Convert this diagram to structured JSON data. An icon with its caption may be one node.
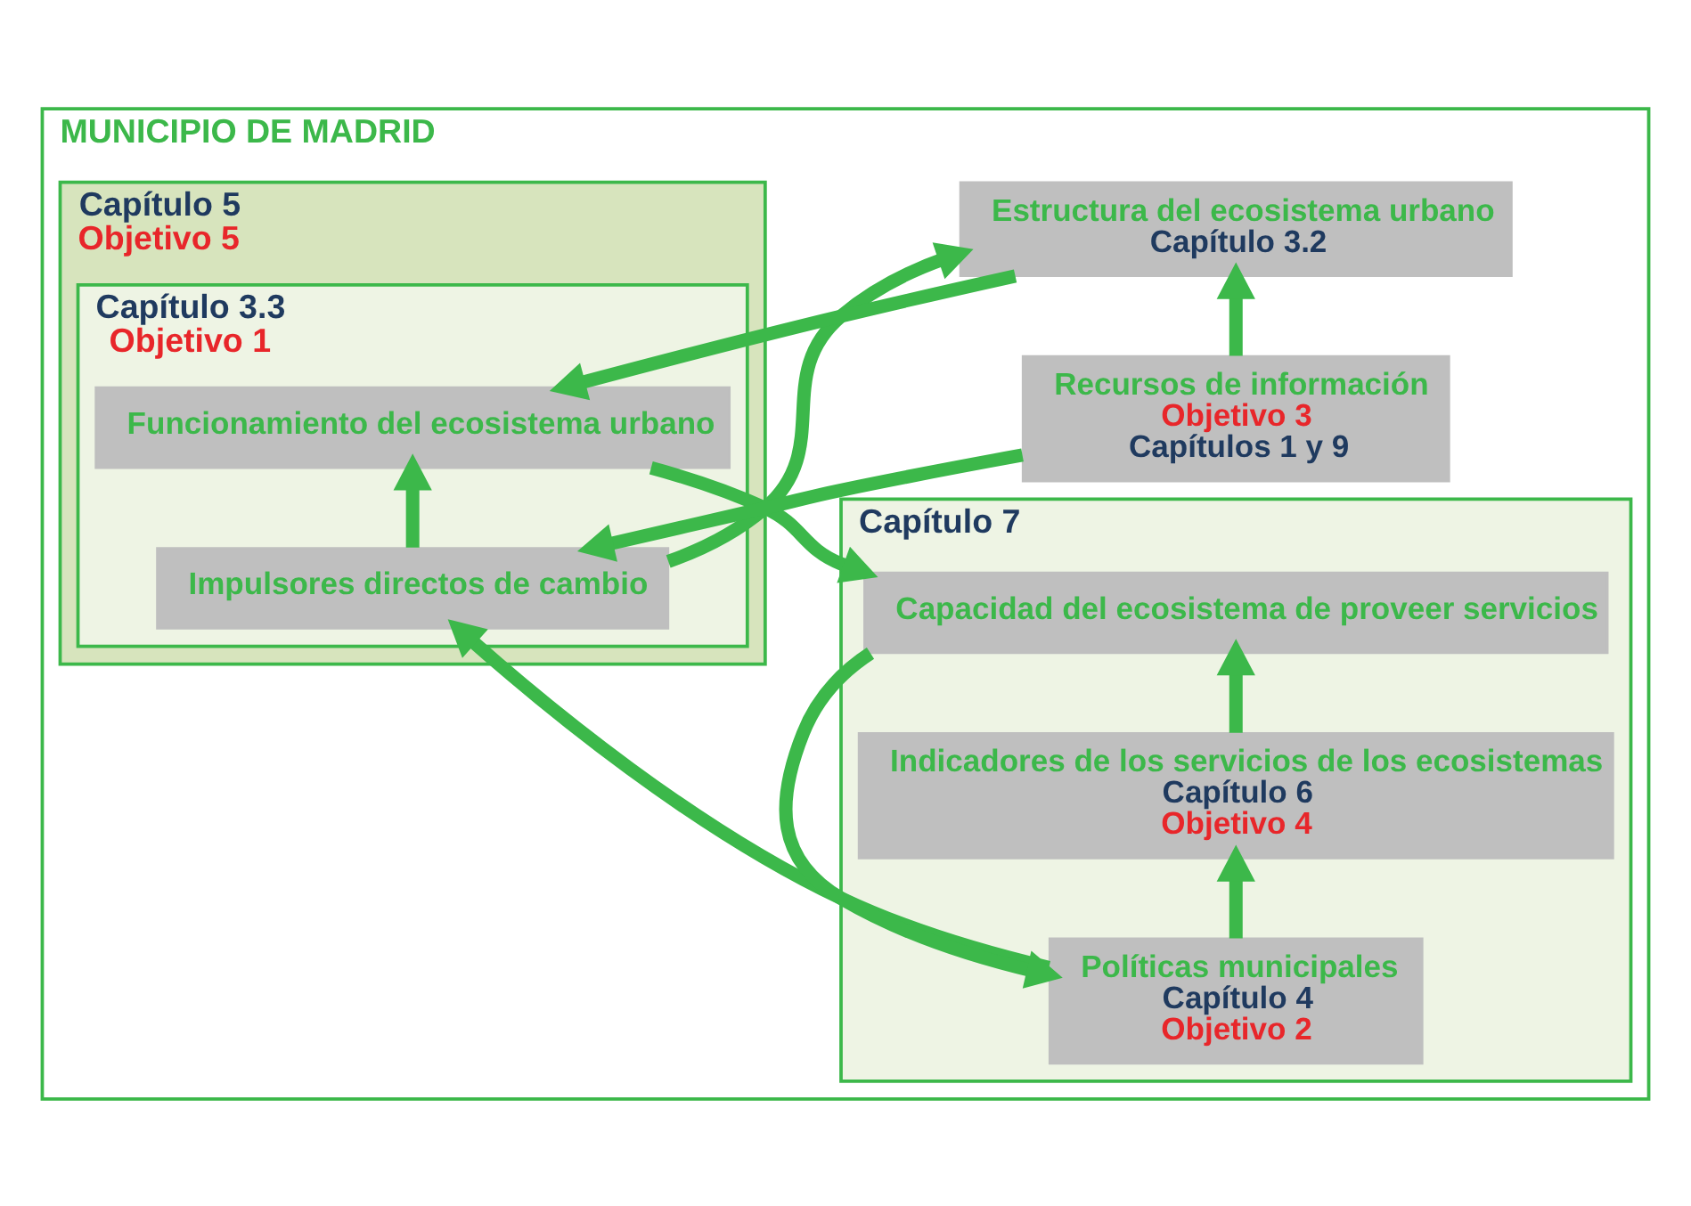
{
  "diagram": {
    "nodes": [
      {
        "text": [
          "MUNICIPIO DE MADRID"
        ]
      },
      {
        "text": [
          "Capítulo 5",
          "Objetivo 5"
        ],
        "in": 0
      },
      {
        "text": [
          "Capítulo 3.3",
          "Objetivo 1"
        ],
        "in": 1
      },
      {
        "text": [
          "Capítulo 7"
        ],
        "in": 0
      },
      {
        "text": [
          "Recursos de información",
          "Objetivo 3",
          "Capítulos 1 y 9"
        ],
        "in": 0
      },
      {
        "text": [
          "Impulsores directos de cambio"
        ],
        "in": 2
      },
      {
        "text": [
          "Políticas municipales",
          "Capítulo 4",
          "Objetivo 2"
        ],
        "in": 3
      },
      {
        "text": [
          "Estructura del ecosistema urbano",
          "Capítulo 3.2"
        ],
        "in": 0
      },
      {
        "text": [
          "Funcionamiento del ecosistema urbano"
        ],
        "in": 2
      },
      {
        "text": [
          "Capacidad del ecosistema de proveer servicios"
        ],
        "in": 3
      },
      {
        "text": [
          "Indicadores de los servicios de los ecosistemas",
          "Capítulo 6",
          "Objetivo 4"
        ],
        "in": 3
      }
    ],
    "edges": [
      {
        "from": 4,
        "to": 5,
        "arrow": "to"
      },
      {
        "from": 4,
        "to": 7,
        "arrow": "to"
      },
      {
        "from": 5,
        "to": 8,
        "arrow": "to"
      },
      {
        "from": 6,
        "to": 5,
        "arrow": "to"
      },
      {
        "from": 5,
        "to": 7,
        "arrow": "to"
      },
      {
        "from": 7,
        "to": 8,
        "arrow": "to"
      },
      {
        "from": 8,
        "to": 9,
        "arrow": "to"
      },
      {
        "from": 9,
        "to": 6,
        "arrow": "to"
      },
      {
        "from": 10,
        "to": 9,
        "arrow": "to"
      },
      {
        "from": 6,
        "to": 10,
        "arrow": "to"
      }
    ]
  }
}
